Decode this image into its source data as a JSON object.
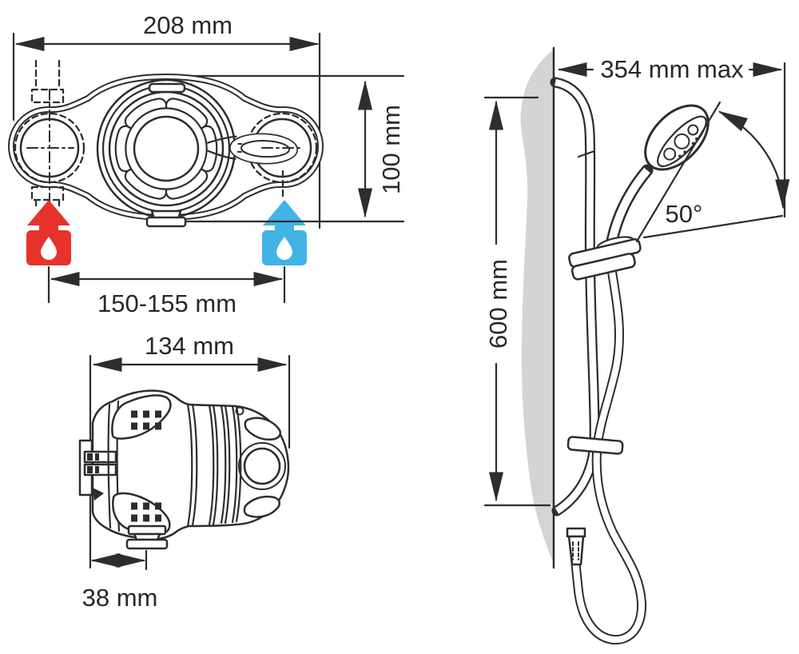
{
  "labels": {
    "front_width": "208 mm",
    "front_height": "100 mm",
    "inlet_spacing": "150-155 mm",
    "side_depth": "134 mm",
    "outlet_offset": "38 mm",
    "rail_reach": "354 mm max",
    "handset_angle": "50°",
    "rail_height": "600 mm"
  },
  "colors": {
    "line": "#2d2d2d",
    "wall": "#d4d4d4",
    "hot": "#e6332c",
    "cold": "#42b3e5",
    "background": "#ffffff"
  },
  "icons": {
    "hot": "hot-water-up-arrow-droplet-icon",
    "cold": "cold-water-up-arrow-droplet-icon"
  }
}
